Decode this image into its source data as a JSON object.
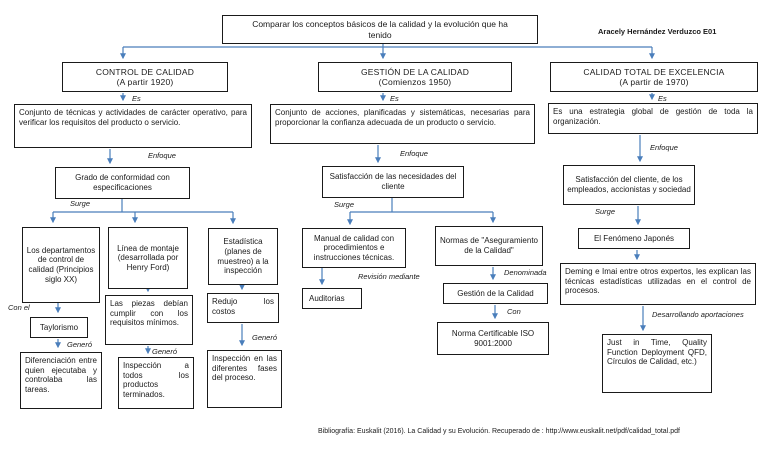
{
  "title": "Comparar los conceptos básicos de la calidad y la evolución que ha tenido",
  "author": "Aracely Hernández Verduzco E01",
  "bibliography": "Bibliografía: Euskalit (2016). La Calidad y su Evolución. Recuperado de : http://www.euskalit.net/pdf/calidad_total.pdf",
  "colors": {
    "connector": "#4A7EBB",
    "box_border": "#1a1a1a"
  },
  "labels": {
    "es": "Es",
    "enfoque": "Enfoque",
    "surge": "Surge",
    "con_el": "Con el",
    "genero": "Generó",
    "revision_mediante": "Revisión mediante",
    "denominada": "Denominada",
    "con": "Con",
    "desarrollando": "Desarrollando aportaciones"
  },
  "branch_control": {
    "header": "CONTROL DE CALIDAD",
    "header_sub": "(A partir 1920)",
    "definition": "Conjunto de técnicas y actividades de carácter operativo, para verificar los requisitos del producto o servicio.",
    "enfoque": "Grado de conformidad con especificaciones",
    "nodes": {
      "departamentos": "Los departamentos de control de calidad (Principios siglo XX)",
      "taylorismo": "Taylorismo",
      "diferenciacion": "Diferenciación entre quien ejecutaba y controlaba las tareas.",
      "linea_montaje": "Línea de montaje (desarrollada por Henry Ford)",
      "piezas": "Las piezas debían cumplir con los requisitos mínimos.",
      "inspeccion_productos": "Inspección a todos los productos terminados.",
      "estadistica": "Estadística (planes de muestreo) a la inspección",
      "redujo_costos": "Redujo los costos",
      "inspeccion_fases": "Inspección en las diferentes fases del proceso."
    }
  },
  "branch_gestion": {
    "header": "GESTIÓN DE LA CALIDAD",
    "header_sub": "(Comienzos 1950)",
    "definition": "Conjunto de acciones, planificadas y sistemáticas, necesarias para proporcionar la confianza adecuada de un producto o servicio.",
    "enfoque": "Satisfacción de las necesidades del cliente",
    "nodes": {
      "manual": "Manual de calidad con procedimientos e instrucciones técnicas.",
      "auditorias": "Auditorias",
      "normas": "Normas de \"Aseguramiento de la Calidad\"",
      "gestion_calidad": "Gestión de la Calidad",
      "norma_iso": "Norma Certificable ISO 9001:2000"
    }
  },
  "branch_total": {
    "header": "CALIDAD TOTAL DE EXCELENCIA",
    "header_sub": "(A partir de 1970)",
    "definition": "Es una estrategia global de gestión de toda la organización.",
    "enfoque": "Satisfacción del cliente, de los empleados, accionistas y sociedad",
    "nodes": {
      "fenomeno_japones": "El Fenómeno Japonés",
      "deming": "Deming e Imai entre otros expertos, les explican las técnicas estadísticas utilizadas en el control de procesos.",
      "aportaciones": "Just in Time, Quality Function Deployment QFD, Círculos de Calidad, etc.)"
    }
  }
}
